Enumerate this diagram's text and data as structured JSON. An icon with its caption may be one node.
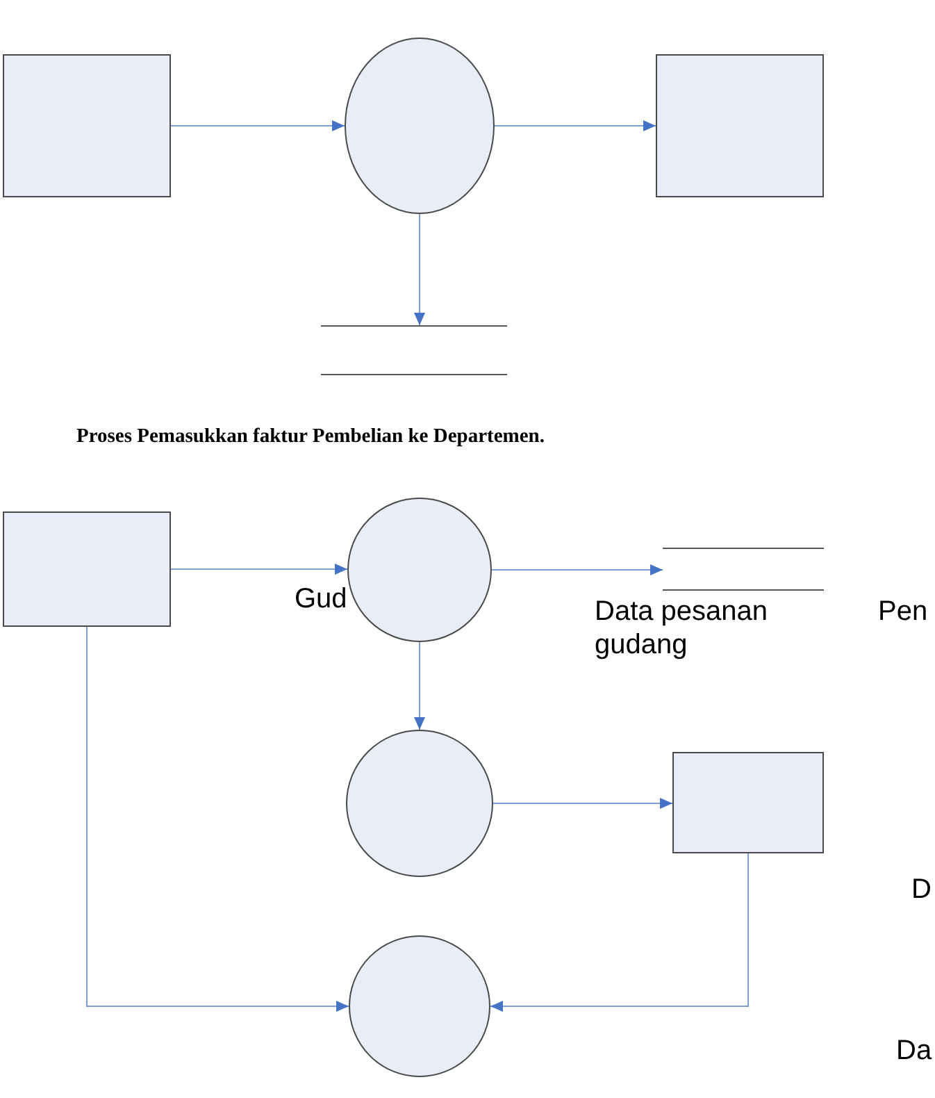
{
  "diagram": {
    "title": "Proses Pemasukkan faktur Pembelian ke Departemen.",
    "nodes": [
      {
        "text": [],
        "shape": "box"
      },
      {
        "text": [],
        "shape": "ellipse"
      },
      {
        "text": [],
        "shape": "box"
      },
      {
        "text": [],
        "shape": "datastore"
      },
      {
        "text": [],
        "shape": "box"
      },
      {
        "text": [],
        "shape": "circle"
      },
      {
        "text": [],
        "shape": "datastore"
      },
      {
        "text": [],
        "shape": "circle"
      },
      {
        "text": [],
        "shape": "box"
      },
      {
        "text": [],
        "shape": "circle"
      }
    ],
    "edges": [
      {
        "from": 0,
        "to": 1,
        "arrow": "to"
      },
      {
        "from": 1,
        "to": 2,
        "arrow": "to"
      },
      {
        "from": 1,
        "to": 3,
        "arrow": "to"
      },
      {
        "from": 4,
        "to": 5,
        "arrow": "to"
      },
      {
        "from": 5,
        "to": 6,
        "arrow": "to"
      },
      {
        "from": 5,
        "to": 7,
        "arrow": "to"
      },
      {
        "from": 7,
        "to": 8,
        "arrow": "to"
      },
      {
        "from": 4,
        "to": 9,
        "arrow": "to"
      },
      {
        "from": 8,
        "to": 9,
        "arrow": "to"
      }
    ],
    "labels": [
      "Gud",
      "Data pesanan gudang",
      "Pen",
      "D",
      "Da"
    ]
  }
}
